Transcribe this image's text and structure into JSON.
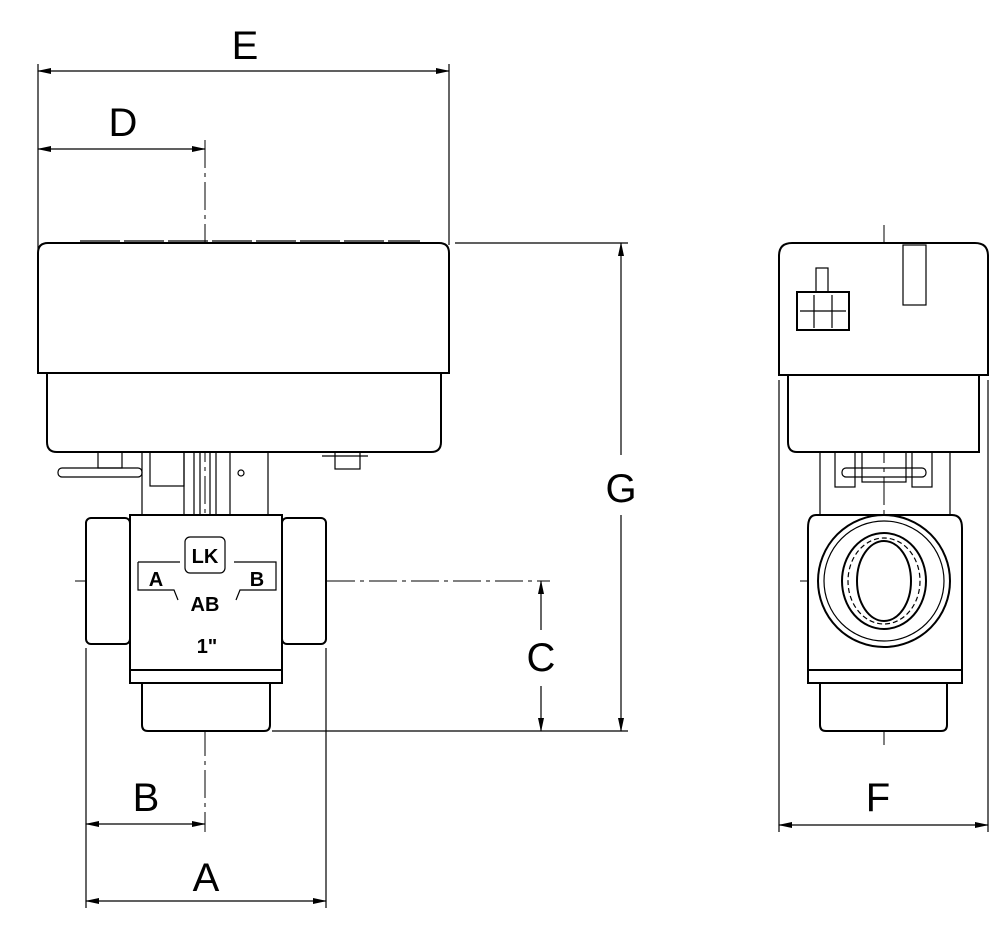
{
  "dimensions": {
    "A": "A",
    "B": "B",
    "C": "C",
    "D": "D",
    "E": "E",
    "F": "F",
    "G": "G"
  },
  "body_markings": {
    "port_a": "A",
    "port_b": "B",
    "port_ab": "AB",
    "size": "1\"",
    "logo": "LK"
  }
}
